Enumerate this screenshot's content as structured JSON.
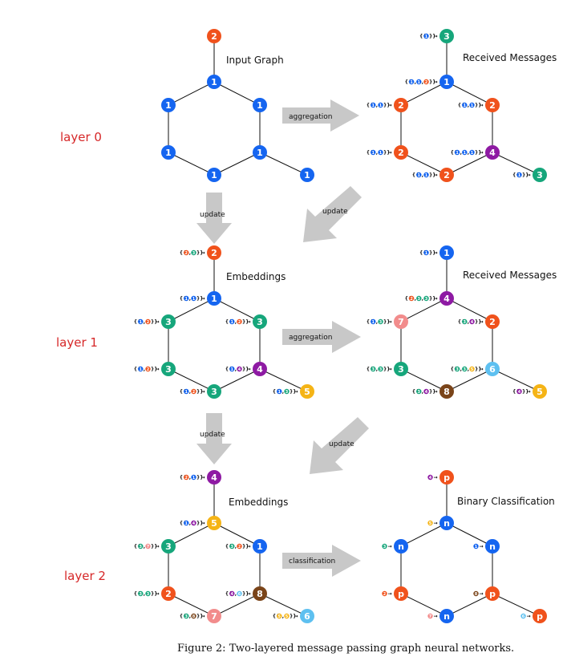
{
  "colors": {
    "1": "#1565f0",
    "2": "#f0521c",
    "3": "#16a67b",
    "4": "#8e1aa3",
    "5": "#f5b416",
    "6": "#5ec0f0",
    "7": "#f28c8c",
    "8": "#7a4419",
    "n": "#1565f0",
    "p": "#f0521c"
  },
  "layers": [
    "layer 0",
    "layer 1",
    "layer 2"
  ],
  "caption": "Figure 2: Two-layered message passing graph neural networks.",
  "panels": [
    {
      "title": "Input Graph",
      "labels": [
        "1",
        "1",
        "1",
        "1",
        "1",
        "1",
        "2",
        "1"
      ],
      "labelColors": [
        "1",
        "1",
        "1",
        "1",
        "1",
        "1",
        "2",
        "1"
      ],
      "messages": []
    },
    {
      "title": "Received Messages",
      "labels": [
        "1",
        "2",
        "2",
        "2",
        "4",
        "2",
        "3",
        "3"
      ],
      "labelColors": [
        "1",
        "2",
        "2",
        "2",
        "4",
        "2",
        "3",
        "3"
      ],
      "messages": [
        [
          [
            "1",
            "1",
            "2"
          ],
          "1"
        ],
        [
          [
            "1",
            "1"
          ],
          "2"
        ],
        [
          [
            "1",
            "1"
          ],
          "2"
        ],
        [
          [
            "1",
            "1"
          ],
          "2"
        ],
        [
          [
            "1",
            "1",
            "1"
          ],
          "4"
        ],
        [
          [
            "1",
            "1"
          ],
          "2"
        ],
        [
          [
            "1"
          ],
          "3"
        ],
        [
          [
            "1"
          ],
          "3"
        ]
      ]
    },
    {
      "title": "Embeddings",
      "labels": [
        "1",
        "3",
        "3",
        "3",
        "4",
        "3",
        "2",
        "5"
      ],
      "labelColors": [
        "1",
        "3",
        "3",
        "3",
        "4",
        "3",
        "2",
        "5"
      ],
      "messages": [
        [
          [
            "1",
            "1"
          ],
          "1"
        ],
        [
          [
            "1",
            "2"
          ],
          "3"
        ],
        [
          [
            "1",
            "2"
          ],
          "3"
        ],
        [
          [
            "1",
            "2"
          ],
          "3"
        ],
        [
          [
            "1",
            "4"
          ],
          "4"
        ],
        [
          [
            "1",
            "2"
          ],
          "3"
        ],
        [
          [
            "2",
            "3"
          ],
          "2"
        ],
        [
          [
            "1",
            "3"
          ],
          "5"
        ]
      ]
    },
    {
      "title": "Received Messages",
      "labels": [
        "4",
        "7",
        "3",
        "8",
        "6",
        "2",
        "1",
        "5"
      ],
      "labelColors": [
        "4",
        "7",
        "3",
        "8",
        "6",
        "2",
        "1",
        "5"
      ],
      "messages": [
        [
          [
            "2",
            "3",
            "3"
          ],
          "4"
        ],
        [
          [
            "1",
            "3"
          ],
          "7"
        ],
        [
          [
            "3",
            "3"
          ],
          "3"
        ],
        [
          [
            "3",
            "4"
          ],
          "8"
        ],
        [
          [
            "3",
            "3",
            "5"
          ],
          "6"
        ],
        [
          [
            "3",
            "4"
          ],
          "2"
        ],
        [
          [
            "1"
          ],
          "1"
        ],
        [
          [
            "4"
          ],
          "5"
        ]
      ]
    },
    {
      "title": "Embeddings",
      "labels": [
        "5",
        "3",
        "2",
        "7",
        "8",
        "1",
        "4",
        "6"
      ],
      "labelColors": [
        "5",
        "3",
        "2",
        "7",
        "8",
        "1",
        "4",
        "6"
      ],
      "messages": [
        [
          [
            "1",
            "4"
          ],
          "5"
        ],
        [
          [
            "3",
            "7"
          ],
          "3"
        ],
        [
          [
            "3",
            "3"
          ],
          "2"
        ],
        [
          [
            "3",
            "8"
          ],
          "7"
        ],
        [
          [
            "4",
            "6"
          ],
          "8"
        ],
        [
          [
            "3",
            "2"
          ],
          "1"
        ],
        [
          [
            "2",
            "1"
          ],
          "4"
        ],
        [
          [
            "5",
            "5"
          ],
          "6"
        ]
      ]
    },
    {
      "title": "Binary Classification",
      "labels": [
        "n",
        "n",
        "p",
        "n",
        "p",
        "n",
        "p",
        "p"
      ],
      "labelColors": [
        "n",
        "n",
        "p",
        "n",
        "p",
        "n",
        "p",
        "p"
      ],
      "messages": [
        [
          [
            "5"
          ],
          ""
        ],
        [
          [
            "3"
          ],
          ""
        ],
        [
          [
            "2"
          ],
          ""
        ],
        [
          [
            "7"
          ],
          ""
        ],
        [
          [
            "8"
          ],
          ""
        ],
        [
          [
            "1"
          ],
          ""
        ],
        [
          [
            "4"
          ],
          ""
        ],
        [
          [
            "6"
          ],
          ""
        ]
      ]
    }
  ],
  "arrows": {
    "aggregation_1": "aggregation",
    "aggregation_2": "aggregation",
    "classification": "classification",
    "update_down_1": "update",
    "update_diag_1": "update",
    "update_down_2": "update",
    "update_diag_2": "update"
  }
}
